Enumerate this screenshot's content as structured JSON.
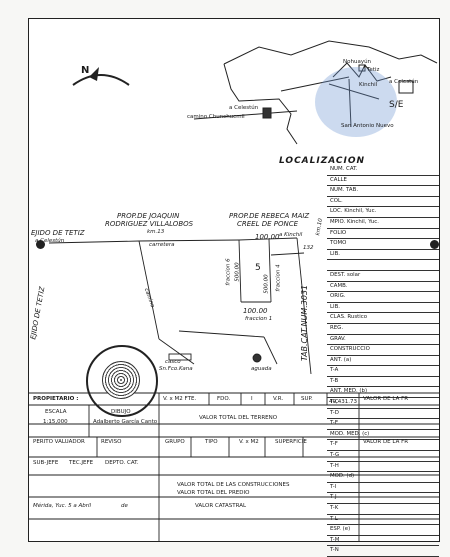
{
  "north": {
    "label": "N"
  },
  "location_map": {
    "places": {
      "nohuayun": "Nohuayún",
      "tetiz": "Tetiz",
      "kinchil": "Kinchil",
      "celestun_right": "a Celestún",
      "celestun_left": "a Celestún",
      "camino": "camino Chunchucmil",
      "san_antonio": "San Antonio Nuevo"
    },
    "title": "LOCALIZACION",
    "stamp_text": "S/E"
  },
  "plan": {
    "ejido_top": "EJIDO DE TETIZ",
    "ejido_top_to": "a Celestún",
    "prop_left": [
      "PROP.DE JOAQUIN",
      "RODRIGUEZ VILLALOBOS"
    ],
    "km": "km.13",
    "carretera": "carretera",
    "prop_right": [
      "PROP.DE REBECA MAIZ",
      "CREEL DE PONCE"
    ],
    "km10": "km.10",
    "dim_top": "100.00",
    "kinchil": "a Kinchil",
    "num_132": "132",
    "lot_number": "5",
    "dim_left": "500.00",
    "dim_right": "500.00",
    "fraccion_left": "fraccion 6",
    "fraccion_right": "fraccion 4",
    "dim_bottom": "100.00",
    "fraccion_bottom": "fraccion 1",
    "tab_cat": "TAB.CAT.NUM.3031",
    "ejido_side": "EJIDO DE TETIZ",
    "camino": "camino",
    "casco": [
      "casco",
      "Sn.Fco.Kana"
    ],
    "aguada": "aguada"
  },
  "right_table": [
    "NUM. CAT.",
    "CALLE",
    "NUM. TAB.",
    "COL.",
    "LOC. Kinchil, Yuc.",
    "MPIO. Kinchil, Yuc.",
    "FOLIO",
    "TOMO",
    "LIB.",
    "",
    "DEST. solar",
    "CAMB.",
    "ORIG.",
    "LIB.",
    "CLAS. Rustico",
    "REG.",
    "GRAV.",
    "CONSTRUCCIO",
    "ANT. (a)",
    "T-A",
    "T-B",
    "ANT. MED. (b)",
    "T-C",
    "T-D",
    "T-E",
    "MOD. MED. (c)",
    "T-F",
    "T-G",
    "T-H",
    "MOD. (d)",
    "T-I",
    "T-J",
    "T-K",
    "T-L",
    "ESP. (e)",
    "T-M",
    "T-N"
  ],
  "bottom": {
    "propietario": "PROPIETARIO :",
    "vm2_header": "V. x M2 FTE.",
    "fdo_header": "FDO.",
    "i_header": "I",
    "vr_header": "V.R.",
    "sup_header": "SUP.",
    "sup_value": "49,431.73",
    "valor_header": "VALOR DE LA FR",
    "escala_label": "ESCALA",
    "escala_value": "1:15,000",
    "dibujo_label": "DIBUJO",
    "dibujo_value": "Adalberto García Canto",
    "valor_terreno": "VALOR TOTAL DEL TERRENO",
    "perito": "PERITO VALUADOR",
    "reviso": "REVISO",
    "grupo": "GRUPO",
    "tipo": "TIPO",
    "vxm2": "V. x M2",
    "superficie": "SUPERFICIE",
    "valor_fr2": "VALOR DE LA FR",
    "sub_jefe": "SUB-JEFE",
    "tec_jefe": "TEC.JEFE",
    "depto": "DEPTO. CAT.",
    "valor_construcciones": "VALOR TOTAL DE LAS CONSTRUCCIONES",
    "valor_predio": "VALOR TOTAL DEL PREDIO",
    "merida": "Mérida, Yuc. 5 a Abril",
    "de": "de",
    "valor_catastral": "VALOR CATASTRAL"
  }
}
